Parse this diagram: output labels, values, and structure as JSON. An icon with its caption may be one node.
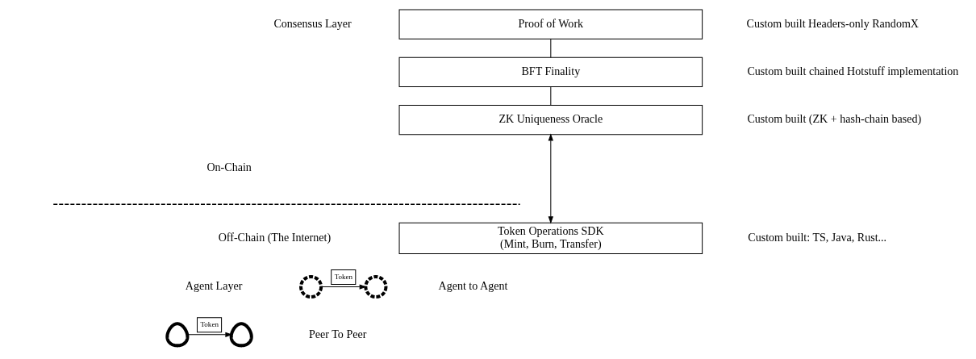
{
  "diagram": {
    "nodes": [
      {
        "text": [
          "Proof of Work"
        ],
        "beside": [
          "Custom built Headers-only RandomX"
        ]
      },
      {
        "text": [
          "BFT Finality"
        ],
        "beside": [
          "Custom built chained Hotstuff implementation"
        ]
      },
      {
        "text": [
          "ZK Uniqueness Oracle"
        ],
        "beside": [
          "Custom built (ZK + hash-chain based)"
        ]
      },
      {
        "text": [
          "Token Operations SDK",
          "(Mint, Burn, Transfer)"
        ],
        "beside": [
          "Custom built: TS, Java, Rust..."
        ]
      },
      {
        "text": [],
        "shape": "circle"
      },
      {
        "text": [],
        "shape": "circle"
      },
      {
        "text": [],
        "shape": "person"
      },
      {
        "text": [],
        "shape": "person"
      }
    ],
    "edges": [
      {
        "from": 0,
        "to": 1,
        "arrow": "none"
      },
      {
        "from": 1,
        "to": 2,
        "arrow": "none"
      },
      {
        "from": 2,
        "to": 3,
        "arrow": "both"
      },
      {
        "from": 4,
        "to": 5,
        "arrow": "to",
        "label": "Token"
      },
      {
        "from": 6,
        "to": 7,
        "arrow": "to",
        "label": "Token"
      }
    ],
    "labels": [
      "Consensus Layer",
      "On-Chain",
      "Off-Chain (The Internet)",
      "Agent Layer",
      "Agent to Agent",
      "Peer To Peer"
    ]
  }
}
